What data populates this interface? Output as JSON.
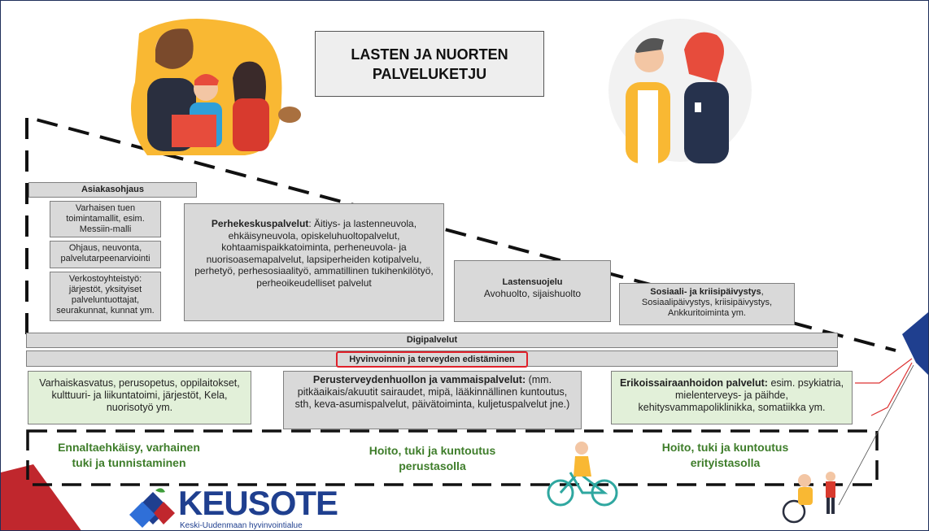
{
  "title": "LASTEN JA NUORTEN\nPALVELUKETJU",
  "asiakasohjaus": {
    "header": "Asiakasohjaus",
    "items": [
      "Varhaisen tuen toimintamallit, esim. Messiin-malli",
      "Ohjaus, neuvonta, palvelutarpeenarviointi",
      "Verkostoyhteistyö: järjestöt, yksityiset palveluntuottajat, seurakunnat, kunnat ym."
    ]
  },
  "perhekeskus": {
    "title": "Perhekeskuspalvelut",
    "text": "Äitiys- ja lastenneuvola, ehkäisyneuvola, opiskeluhuoltopalvelut, kohtaamispaikkatoiminta, perheneuvola- ja nuorisoasemapalvelut, lapsiperheiden kotipalvelu, perhetyö, perhesosiaalityö, ammatillinen tukihenkilötyö, perheoikeudelliset palvelut"
  },
  "lastensuojelu": {
    "title": "Lastensuojelu",
    "text": "Avohuolto, sijaishuolto"
  },
  "sosiaali": {
    "title": "Sosiaali- ja kriisipäivystys",
    "text": "Sosiaalipäivystys, kriisipäivystys, Ankkuritoiminta ym."
  },
  "digipalvelut": "Digipalvelut",
  "hyvinvointi": "Hyvinvoinnin ja terveyden edistäminen",
  "varhaiskasvatus": "Varhaiskasvatus, perusopetus, oppilaitokset, kulttuuri- ja liikuntatoimi, järjestöt, Kela, nuorisotyö ym.",
  "perusterveys": {
    "title": "Perusterveydenhuollon ja vammaispalvelut:",
    "text": "(mm. pitkäaikais/akuutit sairaudet, mipä, lääkinnällinen kuntoutus, sth, keva-asumispalvelut, päivätoiminta, kuljetuspalvelut jne.)"
  },
  "erikois": {
    "title": "Erikoissairaanhoidon palvelut:",
    "text": "esim. psykiatria, mielenterveys- ja päihde, kehitysvammapoliklinikka, somatiikka ym."
  },
  "tiers": [
    "Ennaltaehkäisy, varhainen\ntuki ja tunnistaminen",
    "Hoito, tuki ja kuntoutus\nperustasolla",
    "Hoito, tuki ja kuntoutus\nerityistasolla"
  ],
  "logo": {
    "name": "KEUSOTE",
    "subtitle": "Keski-Uudenmaan hyvinvointialue"
  },
  "colors": {
    "tier_green": "#3e7d2a",
    "box_grey": "#d9d9d9",
    "box_green": "#e2f0d9",
    "highlight_red": "#e0202a",
    "logo_blue": "#1f3f8f",
    "logo_red": "#c0272d"
  }
}
